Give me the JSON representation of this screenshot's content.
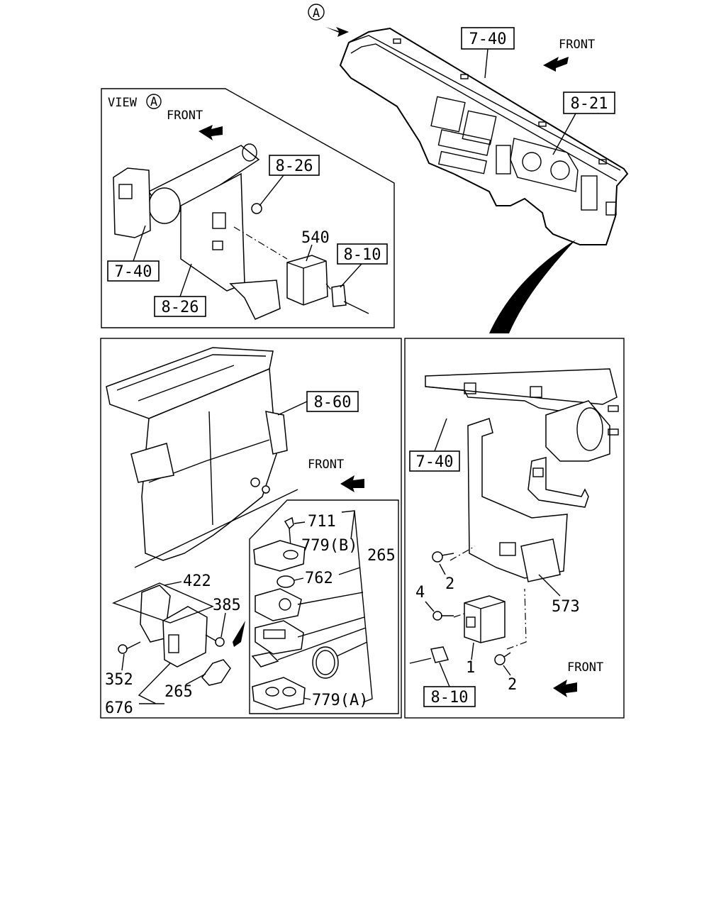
{
  "view": {
    "view_label": "VIEW",
    "circle_letter": "A"
  },
  "directions": {
    "front": "FRONT"
  },
  "ref_boxes": {
    "top_7_40": "7-40",
    "top_8_21": "8-21",
    "view_8_26_a": "8-26",
    "view_8_10": "8-10",
    "view_7_40": "7-40",
    "view_8_26_b": "8-26",
    "left_8_60": "8-60",
    "right_7_40": "7-40",
    "right_8_10": "8-10"
  },
  "part_numbers": {
    "p540": "540",
    "p711": "711",
    "p779b": "779(B)",
    "p762": "762",
    "p265a": "265",
    "p422": "422",
    "p385": "385",
    "p352": "352",
    "p265b": "265",
    "p676": "676",
    "p779a": "779(A)",
    "p2a": "2",
    "p4": "4",
    "p573": "573",
    "p1": "1",
    "p2b": "2"
  }
}
